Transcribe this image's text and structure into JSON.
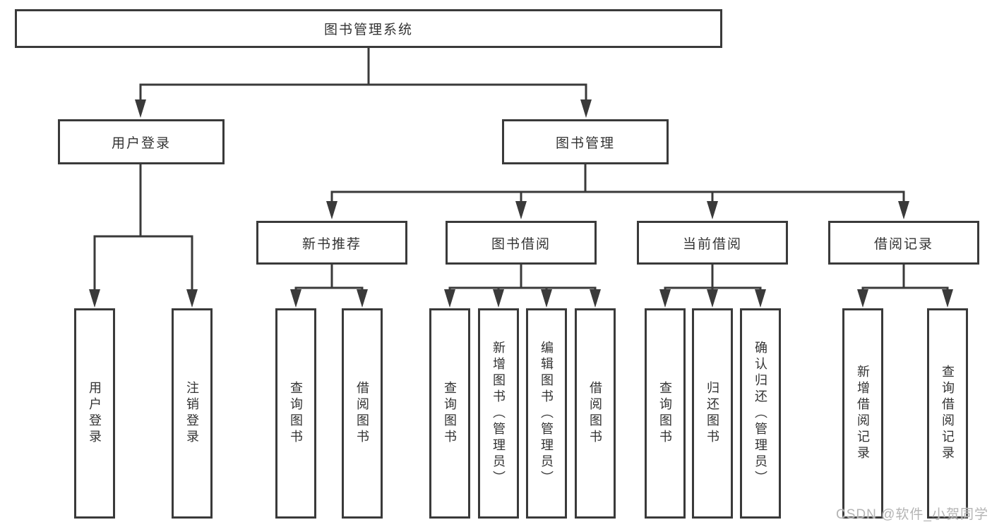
{
  "colors": {
    "line": "#3a3a3a",
    "text": "#333333",
    "watermark": "#b4b4b4",
    "background": "#ffffff"
  },
  "watermark": {
    "text": "CSDN @软件_小贺同学"
  },
  "diagram": {
    "title": "图书管理系统",
    "user_login": {
      "label": "用户登录",
      "children": {
        "login": "用户登录",
        "logout": "注销登录"
      }
    },
    "book_mgmt": {
      "label": "图书管理",
      "children": {
        "new_book_rec": {
          "label": "新书推荐",
          "children": {
            "query_books": "查询图书",
            "borrow_books": "借阅图书"
          }
        },
        "book_borrow": {
          "label": "图书借阅",
          "children": {
            "query_books": "查询图书",
            "add_books": "新增图书（管理员）",
            "edit_books": "编辑图书（管理员）",
            "borrow_books": "借阅图书"
          }
        },
        "current_borrow": {
          "label": "当前借阅",
          "children": {
            "query_books": "查询图书",
            "return_books": "归还图书",
            "confirm_return": "确认归还（管理员）"
          }
        },
        "borrow_records": {
          "label": "借阅记录",
          "children": {
            "add_record": "新增借阅记录",
            "query_record": "查询借阅记录"
          }
        }
      }
    }
  }
}
